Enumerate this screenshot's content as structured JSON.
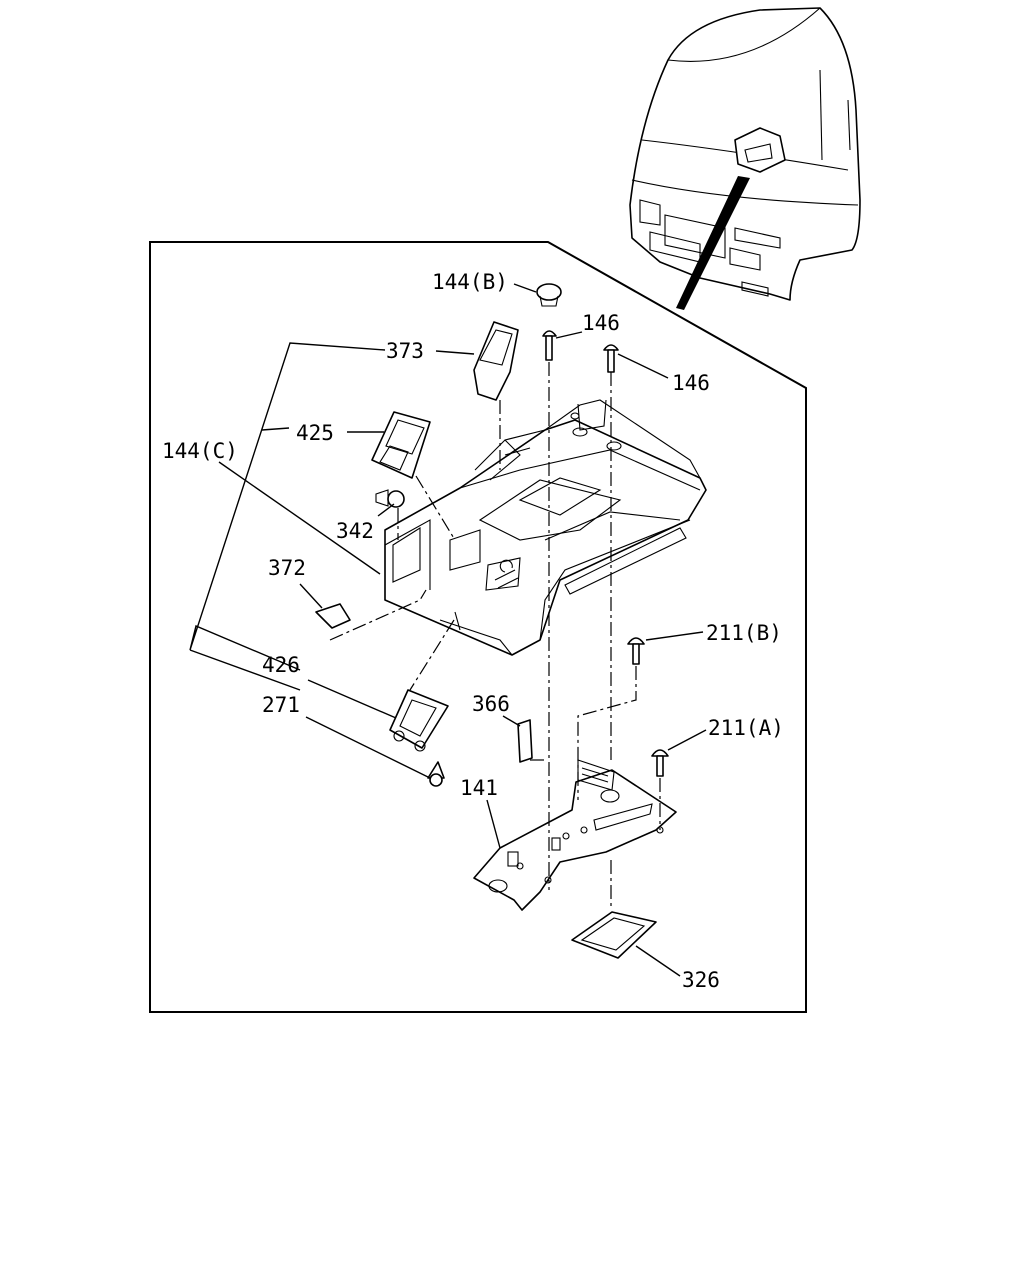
{
  "diagram": {
    "callouts": {
      "c144b": "144(B)",
      "c146a": "146",
      "c146b": "146",
      "c373": "373",
      "c425": "425",
      "c144c": "144(C)",
      "c342": "342",
      "c372": "372",
      "c211b": "211(B)",
      "c426": "426",
      "c271": "271",
      "c366": "366",
      "c211a": "211(A)",
      "c141": "141",
      "c326": "326"
    }
  }
}
